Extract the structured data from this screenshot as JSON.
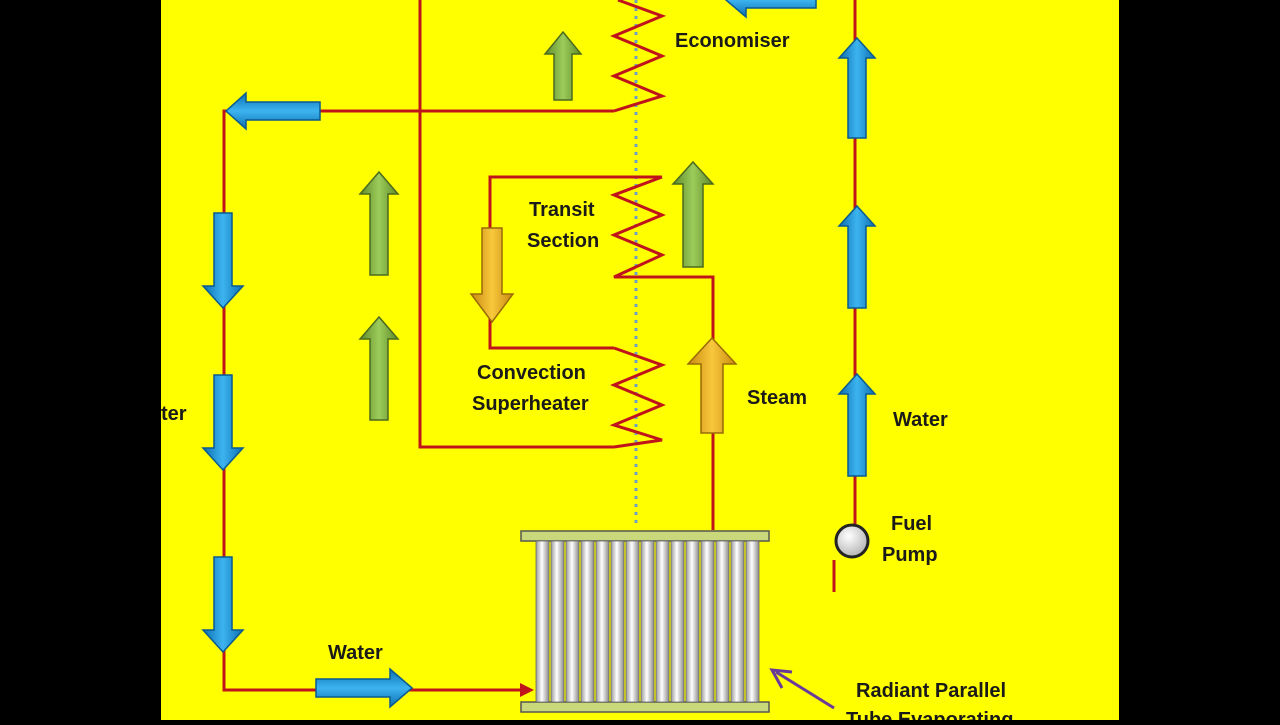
{
  "diagram": {
    "labels": {
      "economiser": "Economiser",
      "transit_line1": "Transit",
      "transit_line2": "Section",
      "convection_line1": "Convection",
      "convection_line2": "Superheater",
      "steam": "Steam",
      "water_right": "Water",
      "fuel_line1": "Fuel",
      "fuel_line2": "Pump",
      "water_left_partial": "ter",
      "water_bottom": "Water",
      "radiant_line1": "Radiant Parallel",
      "radiant_line2": "Tube  Evaporating"
    },
    "colors": {
      "background": "#ffff00",
      "side_bars": "#000000",
      "pipe": "#c0141c",
      "coil": "#c0141c",
      "water_arrow": "#1e9be0",
      "gas_arrow": "#86b142",
      "steam_arrow": "#f0b41e",
      "dotted_line": "#6aa0c8",
      "tube_bank_frame": "#c8d87a"
    }
  }
}
